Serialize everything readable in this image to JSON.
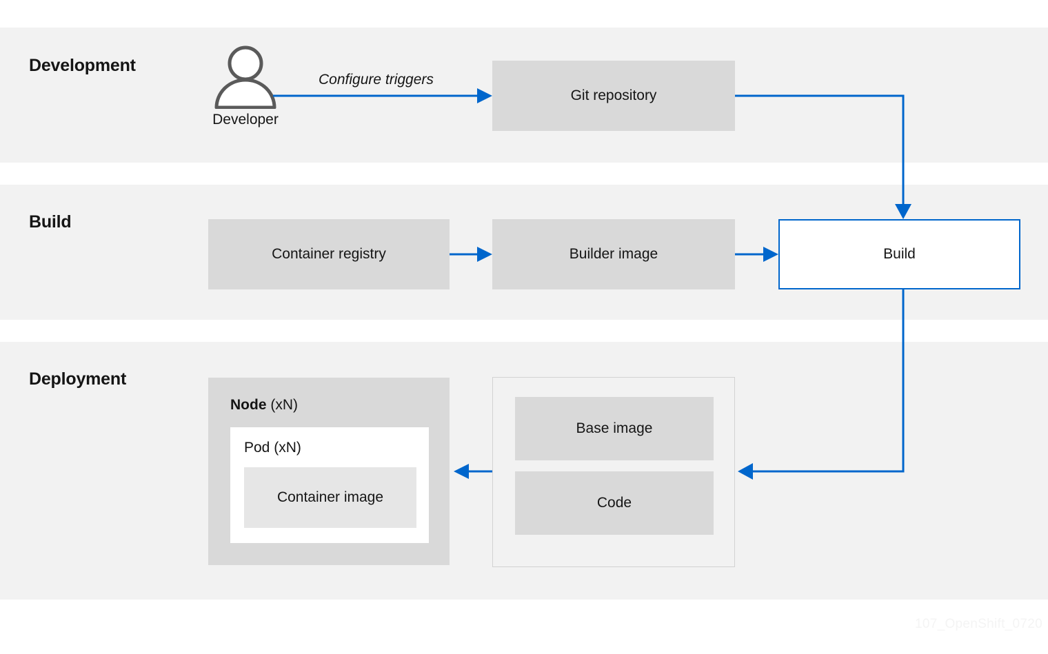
{
  "bands": [
    {
      "id": "development",
      "title": "Development"
    },
    {
      "id": "build",
      "title": "Build"
    },
    {
      "id": "deployment",
      "title": "Deployment"
    }
  ],
  "development": {
    "actor": {
      "label": "Developer",
      "icon": "person-icon"
    },
    "edge_label": "Configure triggers",
    "git_repository": "Git repository"
  },
  "build": {
    "container_registry": "Container registry",
    "builder_image": "Builder image",
    "build": "Build"
  },
  "deployment": {
    "node": {
      "name": "Node",
      "multiplier": "(xN)",
      "pod": {
        "label": "Pod (xN)",
        "container_image": "Container image"
      }
    },
    "artifacts": {
      "base_image": "Base image",
      "code": "Code"
    }
  },
  "watermark": "107_OpenShift_0720",
  "colors": {
    "band_background": "#f2f2f2",
    "box_fill": "#d9d9d9",
    "container_image_fill": "#e6e6e6",
    "accent_blue": "#0066cc",
    "icon_outline": "#5a5a5a",
    "text": "#151515",
    "group_border": "#d2d2d2",
    "watermark": "#f4f4f4"
  }
}
